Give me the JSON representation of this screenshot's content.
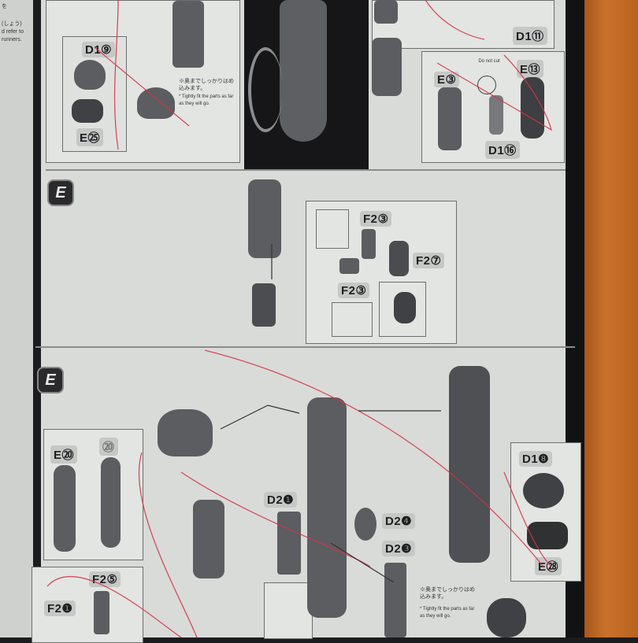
{
  "colors": {
    "paper": "#d9dbd8",
    "ink": "#1f1f22",
    "part": "#5b5d60",
    "guide_line": "#d2324a",
    "wood": "#c9722c"
  },
  "left_page": {
    "fragments": [
      "を",
      "(しょう)",
      "d refer to",
      "runners."
    ]
  },
  "top": {
    "left_panel": {
      "labels": [
        "D1⑨",
        "E㉕"
      ],
      "note_jp": "※奥までしっかりはめ込みます。",
      "note_en": "* Tightly fit the parts as far as they will go."
    },
    "right_panel": {
      "labels": [
        "D1⑪"
      ]
    },
    "right_subpanel": {
      "labels": [
        "E③",
        "E⑬",
        "D1⑯"
      ],
      "note": "Do not cut"
    }
  },
  "step1": {
    "badge": "E",
    "labels": [
      "F2③",
      "F2⑦",
      "F2③"
    ]
  },
  "step2": {
    "badge": "E",
    "labels": [
      "E⑳",
      "⑳",
      "F2⑤",
      "F2❶",
      "D2❶",
      "D2❹",
      "D2❸",
      "D1❽",
      "E㉘"
    ],
    "note_jp": "※奥までしっかりはめ込みます。",
    "note_en": "* Tightly fit the parts as far as they will go."
  }
}
